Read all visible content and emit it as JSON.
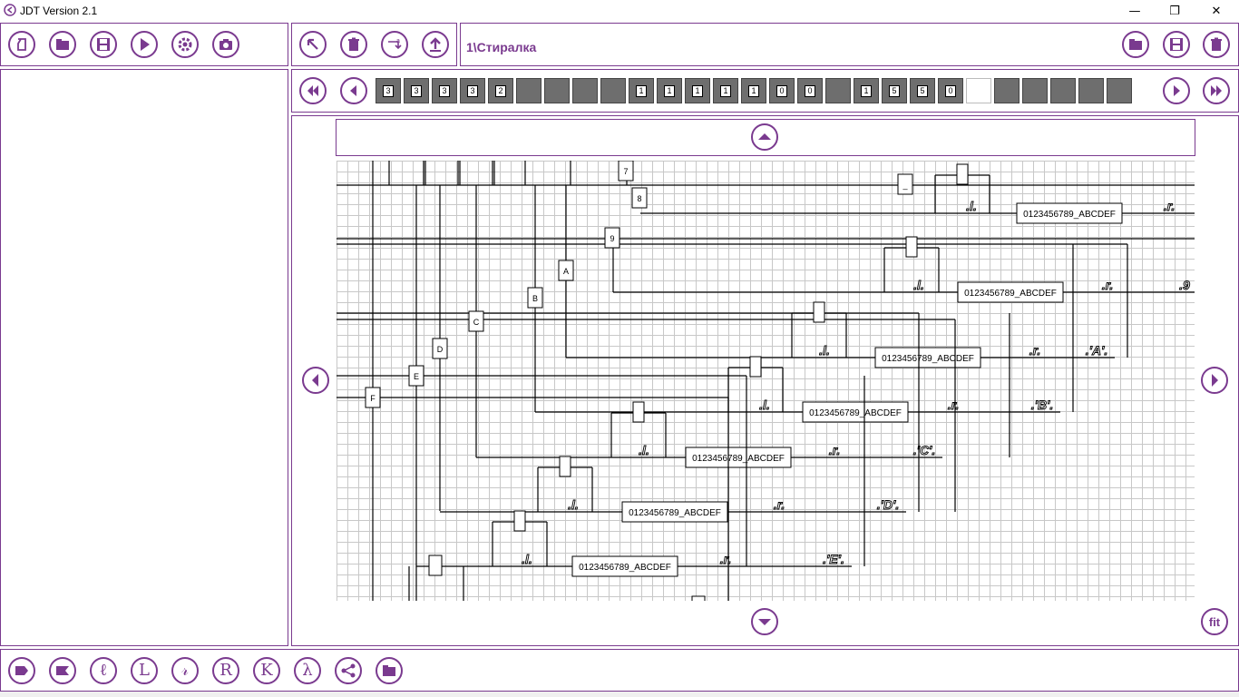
{
  "window": {
    "title": "JDT Version 2.1",
    "minimize": "—",
    "maximize": "❐",
    "close": "✕"
  },
  "toolbar_left": {
    "buttons": [
      "new-file-icon",
      "open-folder-icon",
      "save-icon",
      "run-icon",
      "settings-icon",
      "camera-icon"
    ]
  },
  "toolbar_mid": {
    "buttons": [
      "cursor-arrow-icon",
      "delete-icon",
      "rename-icon",
      "upload-icon"
    ]
  },
  "path": {
    "label": "1\\Стиралка",
    "buttons": [
      "open-folder-icon",
      "save-icon",
      "delete-icon"
    ]
  },
  "tape": {
    "cells": [
      "3",
      "3",
      "3",
      "3",
      "2",
      "",
      "",
      "",
      "",
      "1",
      "1",
      "1",
      "1",
      "1",
      "0",
      "0",
      "",
      "1",
      "5",
      "5",
      "0",
      "",
      "",
      "",
      "",
      "",
      ""
    ],
    "highlighted_index": 21
  },
  "diagram": {
    "top_labels": [
      "7",
      "8",
      "9",
      "A",
      "B",
      "C",
      "D",
      "E",
      "F",
      "_"
    ],
    "box_text": "0123456789_ABCDEF",
    "node_l": ".l.",
    "node_r": ".r.",
    "outputs": [
      ".9",
      ".'A'.",
      ".'B'.",
      ".'C'.",
      ".'D'.",
      ".'E'."
    ]
  },
  "toolbar_bottom": {
    "buttons": [
      {
        "name": "label-icon",
        "glyph": ""
      },
      {
        "name": "tag-icon",
        "glyph": ""
      },
      {
        "name": "script-l-icon",
        "glyph": "ℓ"
      },
      {
        "name": "letter-l-icon",
        "glyph": "L"
      },
      {
        "name": "script-r-icon",
        "glyph": "𝓇"
      },
      {
        "name": "letter-r-icon",
        "glyph": "R"
      },
      {
        "name": "letter-k-icon",
        "glyph": "K"
      },
      {
        "name": "lambda-icon",
        "glyph": "λ"
      },
      {
        "name": "share-icon",
        "glyph": ""
      },
      {
        "name": "folder-icon",
        "glyph": ""
      }
    ]
  },
  "fit_label": "fit",
  "colors": {
    "accent": "#7a3a8f",
    "tape_dark": "#6e6e6e",
    "grid": "#c8c8c8"
  }
}
